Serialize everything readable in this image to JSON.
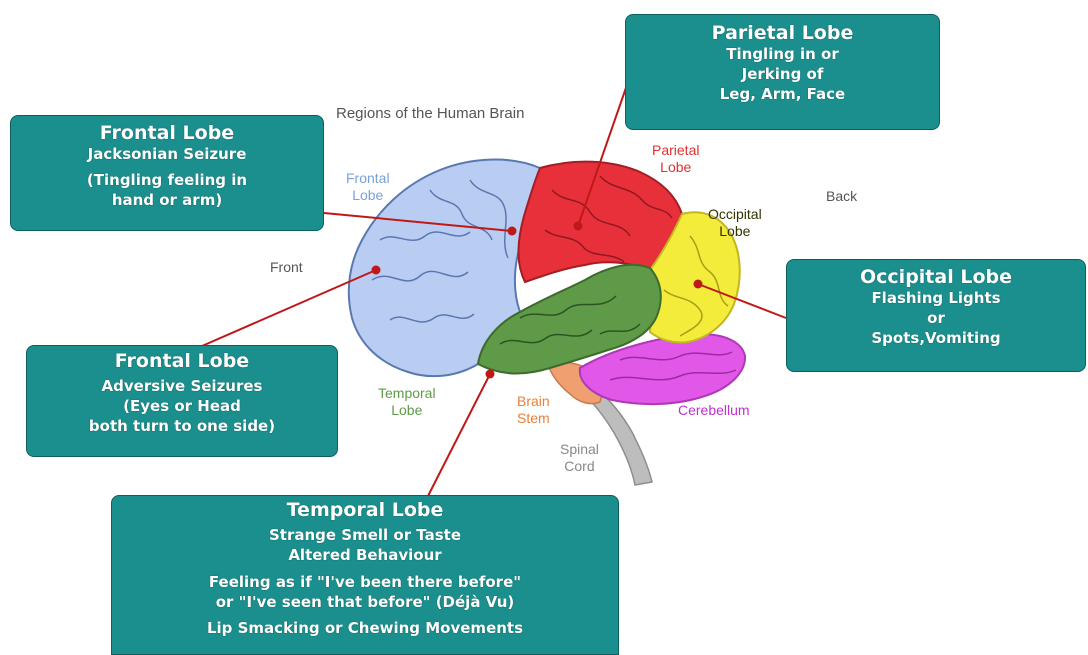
{
  "diagram_title": "Regions of the Human Brain",
  "orientation": {
    "front": "Front",
    "back": "Back"
  },
  "region_labels": {
    "frontal": [
      "Frontal",
      "Lobe"
    ],
    "parietal": [
      "Parietal",
      "Lobe"
    ],
    "occipital": [
      "Occipital",
      "Lobe"
    ],
    "temporal": [
      "Temporal",
      "Lobe"
    ],
    "brain_stem": [
      "Brain",
      "Stem"
    ],
    "spinal_cord": [
      "Spinal",
      "Cord"
    ],
    "cerebellum": "Cerebellum"
  },
  "callouts": {
    "parietal": {
      "title": "Parietal Lobe",
      "lines": [
        "Tingling in or",
        "Jerking of",
        "Leg, Arm, Face"
      ]
    },
    "frontal_jacksonian": {
      "title": "Frontal Lobe",
      "lines": [
        "Jacksonian Seizure",
        "(Tingling feeling in",
        "hand or arm)"
      ]
    },
    "occipital": {
      "title": "Occipital Lobe",
      "lines": [
        "Flashing Lights",
        "or",
        "Spots,Vomiting"
      ]
    },
    "frontal_adversive": {
      "title": "Frontal Lobe",
      "lines": [
        "Adversive Seizures",
        "(Eyes or Head",
        "both turn to one side)"
      ]
    },
    "temporal": {
      "title": "Temporal Lobe",
      "lines": [
        "Strange Smell or Taste",
        "Altered Behaviour",
        "Feeling as if \"I've been there before\"",
        "or \"I've seen that before\" (Déjà Vu)",
        "Lip Smacking or Chewing Movements"
      ]
    }
  },
  "colors": {
    "callout_bg": "#1a8f8d",
    "frontal": "#b9cdf2",
    "parietal": "#e8303a",
    "occipital": "#f4ec3a",
    "temporal": "#5f9a48",
    "cerebellum": "#e157e8",
    "brain_stem": "#f0a070",
    "spinal_cord": "#bdbdbd",
    "pointer_line": "#c01818",
    "label_frontal": "#7aa2d8",
    "label_parietal": "#e03030",
    "label_temporal": "#5f9a48",
    "label_brain_stem": "#e8803a",
    "label_cerebellum": "#c030d0",
    "label_neutral": "#555555"
  }
}
